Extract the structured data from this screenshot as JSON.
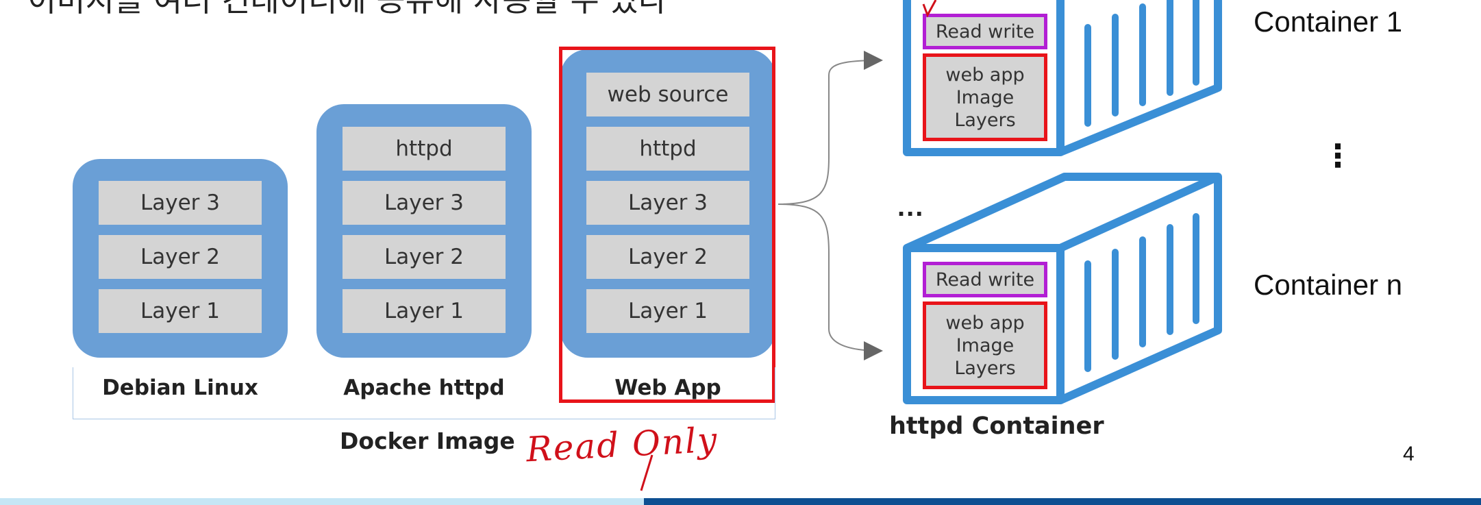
{
  "header_text": "이미지를 여러 컨테이너에 공유해 사용할 수 있다",
  "stacks": [
    {
      "name": "Debian Linux",
      "layers": [
        "Layer 3",
        "Layer 2",
        "Layer 1"
      ]
    },
    {
      "name": "Apache httpd",
      "layers": [
        "httpd",
        "Layer 3",
        "Layer 2",
        "Layer 1"
      ]
    },
    {
      "name": "Web App",
      "layers": [
        "web source",
        "httpd",
        "Layer 3",
        "Layer 2",
        "Layer 1"
      ]
    }
  ],
  "docker_image_label": "Docker Image",
  "annotation_read_only": "Read Only",
  "containers": [
    {
      "rw_label": "Read write",
      "image_lines": [
        "web app",
        "Image",
        "Layers"
      ],
      "name": "Container 1"
    },
    {
      "rw_label": "Read write",
      "image_lines": [
        "web app",
        "Image",
        "Layers"
      ],
      "name": "Container n"
    }
  ],
  "ellipsis_h": "...",
  "ellipsis_v": "⋮",
  "container_group_label": "httpd Container",
  "page_number": "4",
  "colors": {
    "stack_blue": "#6a9fd6",
    "layer_gray": "#d4d4d4",
    "highlight_red": "#e8141a",
    "rw_purple": "#b21fd4",
    "container_blue": "#3a8fd6",
    "footer_light": "#c5e6f5",
    "footer_dark": "#0d4f91"
  }
}
